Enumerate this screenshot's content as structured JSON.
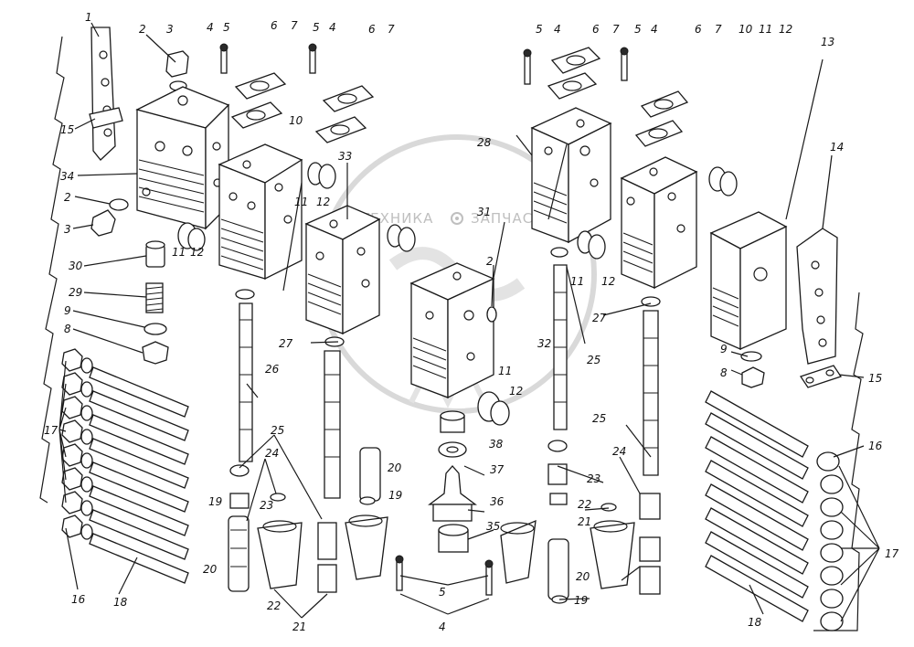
{
  "watermark": {
    "left_text": "ТЕХНИКА",
    "right_text": "ЗАПЧАСТИ",
    "gear_symbol": "gear-icon",
    "color": "#bfbfbf"
  },
  "callouts": [
    "1",
    "2",
    "3",
    "4",
    "5",
    "6",
    "7",
    "5",
    "4",
    "6",
    "7",
    "2",
    "34",
    "15",
    "3",
    "10",
    "11",
    "12",
    "33",
    "11",
    "12",
    "30",
    "29",
    "9",
    "8",
    "17",
    "16",
    "18",
    "27",
    "26",
    "25",
    "24",
    "19",
    "20",
    "22",
    "21",
    "23",
    "20",
    "19",
    "31",
    "2",
    "11",
    "12",
    "38",
    "37",
    "36",
    "35",
    "5",
    "4",
    "28",
    "5",
    "4",
    "6",
    "7",
    "5",
    "4",
    "6",
    "7",
    "10",
    "11",
    "12",
    "13",
    "14",
    "32",
    "27",
    "25",
    "11",
    "12",
    "25",
    "24",
    "23",
    "22",
    "21",
    "20",
    "19",
    "9",
    "8",
    "15",
    "16",
    "17",
    "18"
  ]
}
